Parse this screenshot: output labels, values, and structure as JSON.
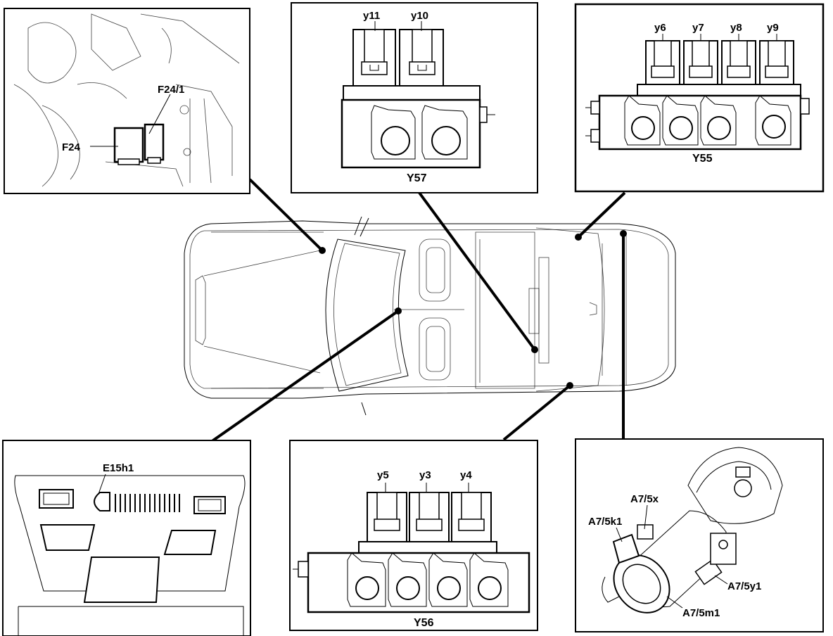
{
  "panels": {
    "fuses": {
      "labels": [
        "F24/1",
        "F24"
      ]
    },
    "y57": {
      "title": "Y57",
      "valves": [
        "y11",
        "y10"
      ]
    },
    "y55": {
      "title": "Y55",
      "valves": [
        "y6",
        "y7",
        "y8",
        "y9"
      ]
    },
    "light": {
      "labels": [
        "E15h1"
      ]
    },
    "y56": {
      "title": "Y56",
      "valves": [
        "y5",
        "y3",
        "y4"
      ]
    },
    "pump": {
      "labels": [
        "A7/5x",
        "A7/5k1",
        "A7/5y1",
        "A7/5m1"
      ]
    }
  }
}
